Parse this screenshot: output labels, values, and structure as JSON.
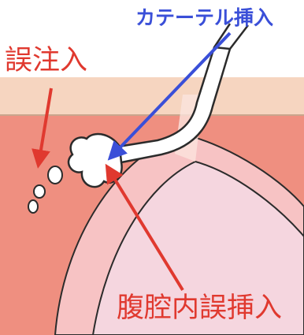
{
  "labels": {
    "catheter_insertion": "カテーテル挿入",
    "misinjection": "誤注入",
    "intraperitoneal_misinsertion": "腹腔内誤挿入"
  },
  "colors": {
    "blue": "#3a4fd8",
    "red": "#e0392f",
    "skin": "#f6d5c0",
    "muscle": "#ef8f80",
    "peritoneum": "#f7c3c4",
    "cavity": "#f5d6df",
    "outline": "#2b2b2b",
    "catheter": "#ffffff"
  }
}
